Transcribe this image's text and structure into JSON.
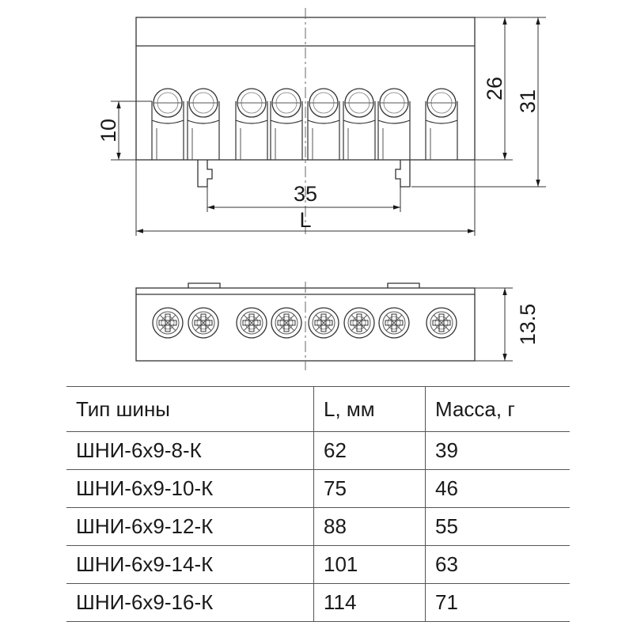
{
  "drawing": {
    "dimensions": {
      "height_small": "10",
      "height_body": "26",
      "height_total": "31",
      "rail_spacing": "35",
      "length": "L",
      "depth": "13.5"
    },
    "front_view_screws": 8,
    "top_view_screws": 8
  },
  "table": {
    "headers": [
      "Тип шины",
      "L, мм",
      "Масса, г"
    ],
    "rows": [
      [
        "ШНИ-6х9-8-К",
        "62",
        "39"
      ],
      [
        "ШНИ-6х9-10-К",
        "75",
        "46"
      ],
      [
        "ШНИ-6х9-12-К",
        "88",
        "55"
      ],
      [
        "ШНИ-6х9-14-К",
        "101",
        "63"
      ],
      [
        "ШНИ-6х9-16-К",
        "114",
        "71"
      ]
    ]
  }
}
